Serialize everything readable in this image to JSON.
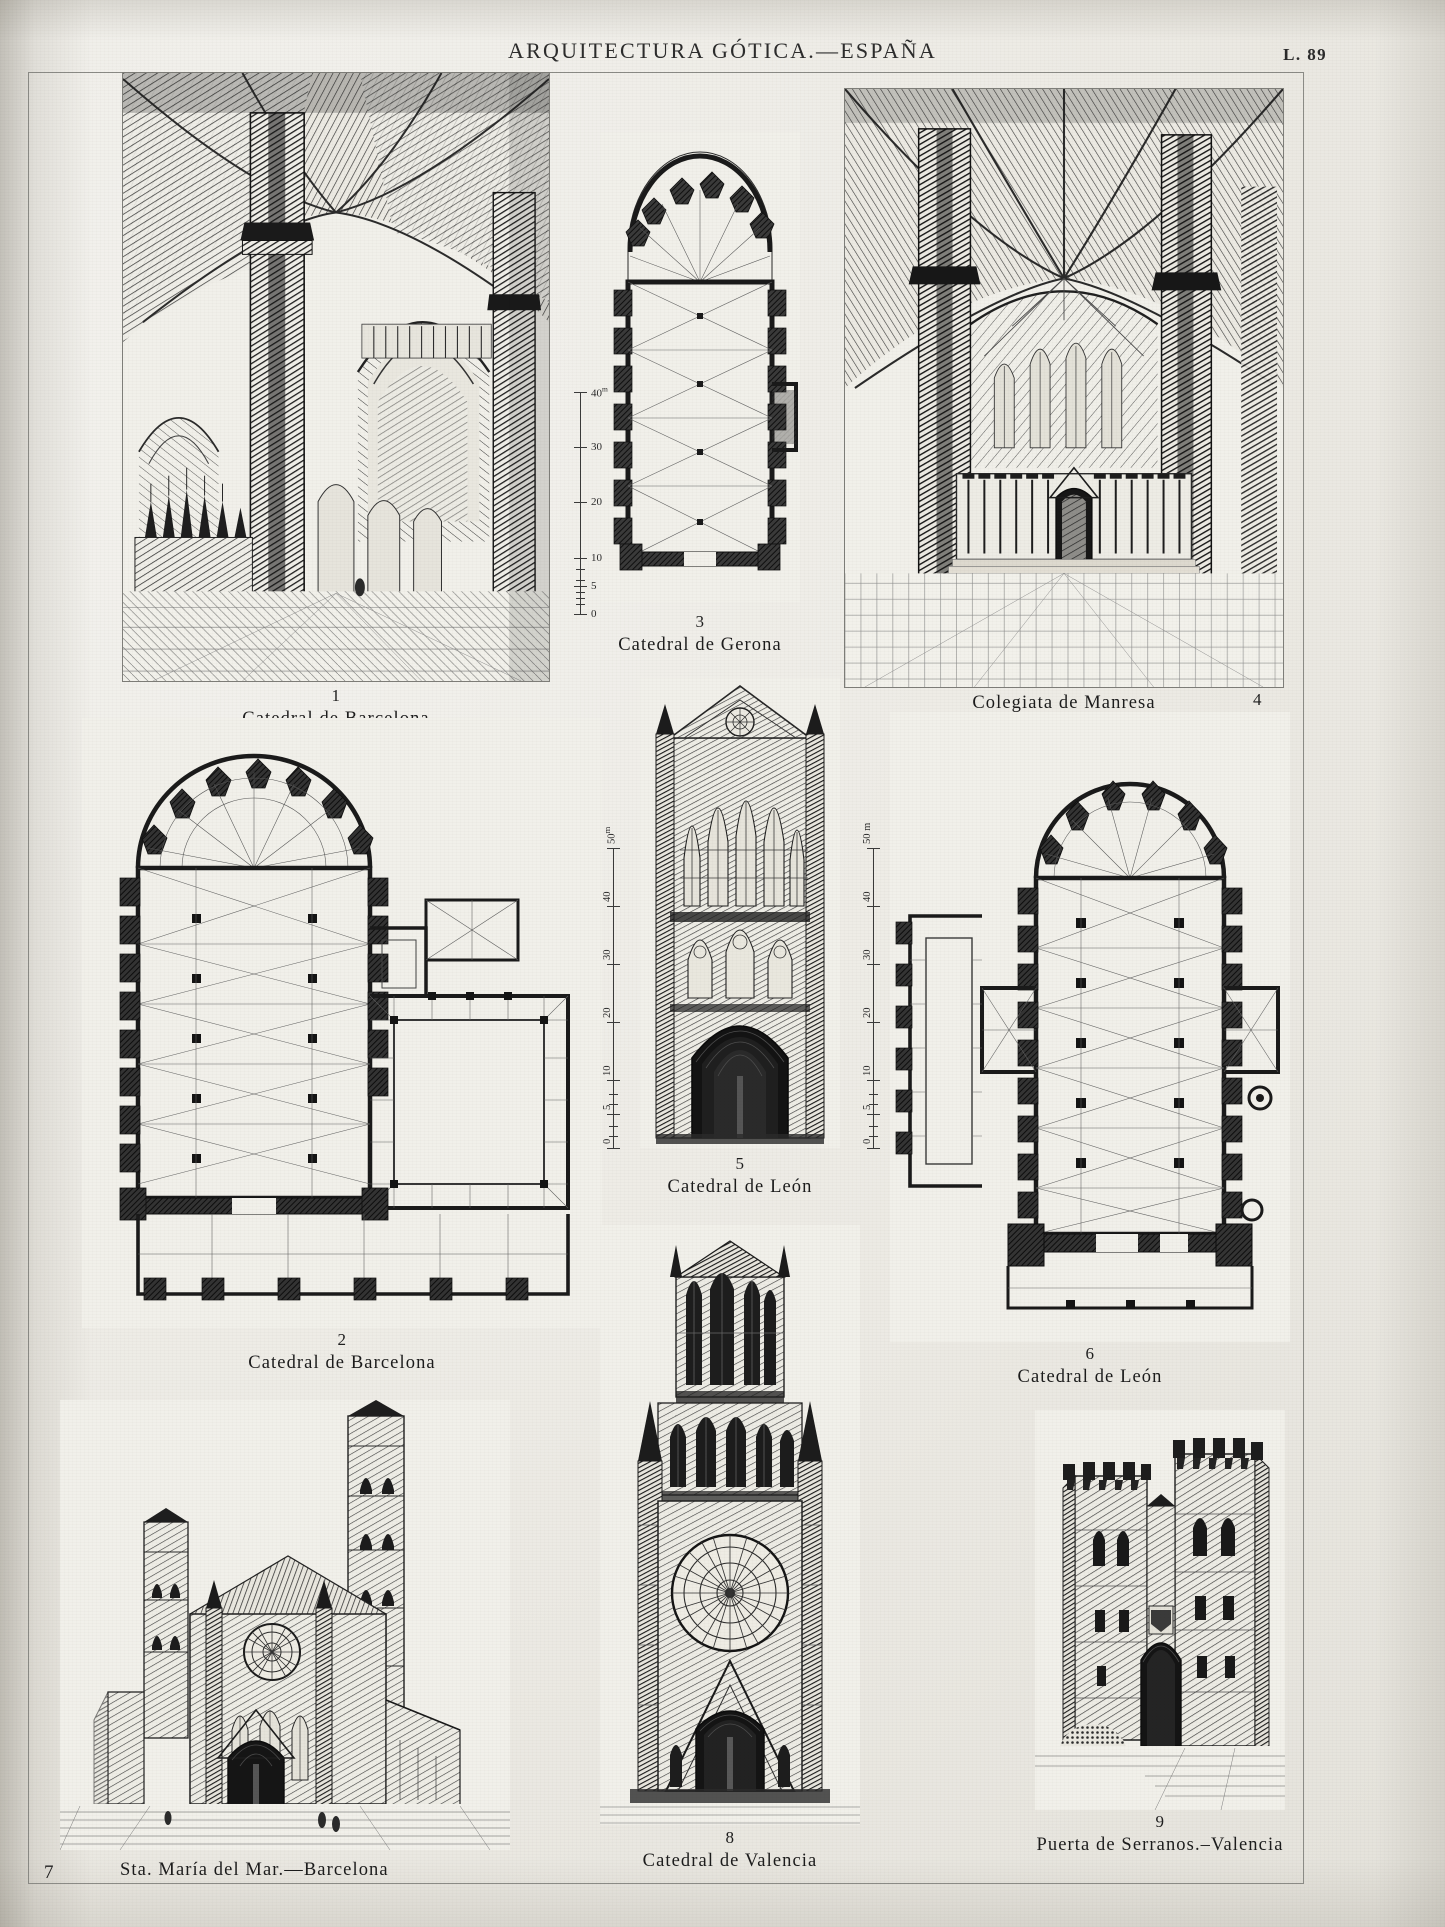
{
  "plate": {
    "title": "ARQUITECTURA GÓTICA.—ESPAÑA",
    "number": "L. 89",
    "folio": "7",
    "paper_color": "#efeee9",
    "ink_color": "#1c1c1c"
  },
  "figures": [
    {
      "id": "fig1",
      "num": "1",
      "name": "Catedral de Barcelona",
      "kind": "interior-perspective",
      "caption_position": "below"
    },
    {
      "id": "fig3",
      "num": "3",
      "name": "Catedral de Gerona",
      "kind": "floor-plan",
      "caption_position": "below"
    },
    {
      "id": "fig4",
      "num": "4",
      "name": "Colegiata de Manresa",
      "kind": "interior-perspective",
      "caption_position": "below"
    },
    {
      "id": "fig2",
      "num": "2",
      "name": "Catedral de Barcelona",
      "kind": "floor-plan",
      "caption_position": "below"
    },
    {
      "id": "fig5",
      "num": "5",
      "name": "Catedral de León",
      "kind": "facade-elevation",
      "caption_position": "below"
    },
    {
      "id": "fig6",
      "num": "6",
      "name": "Catedral de León",
      "kind": "floor-plan",
      "caption_position": "below"
    },
    {
      "id": "fig7",
      "num": "7",
      "name": "Sta. María del Mar.—Barcelona",
      "kind": "exterior-perspective",
      "caption_position": "below"
    },
    {
      "id": "fig8",
      "num": "8",
      "name": "Catedral de Valencia",
      "kind": "facade-elevation",
      "caption_position": "below"
    },
    {
      "id": "fig9",
      "num": "9",
      "name": "Puerta de Serranos.–Valencia",
      "kind": "exterior-perspective",
      "caption_position": "below"
    }
  ],
  "scales": {
    "gerona": {
      "unit": "m",
      "top_label": "40",
      "labels": [
        "40",
        "30",
        "20",
        "10",
        "5",
        "0"
      ]
    },
    "leon_elevation": {
      "unit": "m",
      "top_label": "50",
      "labels": [
        "50",
        "40",
        "30",
        "20",
        "10",
        "5",
        "0"
      ]
    },
    "leon_plan": {
      "unit": "m",
      "top_label": "50",
      "labels": [
        "50",
        "40",
        "30",
        "20",
        "10",
        "5",
        "0"
      ]
    }
  }
}
